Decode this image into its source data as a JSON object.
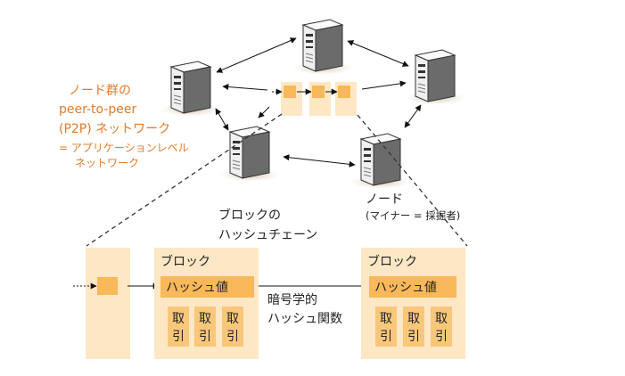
{
  "peer_network_label": {
    "line1": "ノード群の",
    "line2": "peer-to-peer",
    "line3": "(P2P) ネットワーク",
    "line4": "= アプリケーションレベル",
    "line5": "ネットワーク"
  },
  "node_label": {
    "title": "ノード",
    "subtitle": "(マイナー = 採掘者)"
  },
  "chain_label": {
    "line1": "ブロックの",
    "line2": "ハッシュチェーン"
  },
  "block1": {
    "title": "ブロック",
    "hash": "ハッシュ値",
    "tx": [
      {
        "top": "取",
        "bottom": "引"
      },
      {
        "top": "取",
        "bottom": "引"
      },
      {
        "top": "取",
        "bottom": "引"
      }
    ]
  },
  "block2": {
    "title": "ブロック",
    "hash": "ハッシュ値",
    "tx": [
      {
        "top": "取",
        "bottom": "引"
      },
      {
        "top": "取",
        "bottom": "引"
      },
      {
        "top": "取",
        "bottom": "引"
      }
    ]
  },
  "crypto_label": {
    "line1": "暗号学的",
    "line2": "ハッシュ関数"
  },
  "colors": {
    "accent_orange": "#e07b2a",
    "block_fill": "#fde7c4",
    "hash_fill": "#f9b85a",
    "server_light": "#f2f2f2",
    "server_dark": "#555555"
  }
}
